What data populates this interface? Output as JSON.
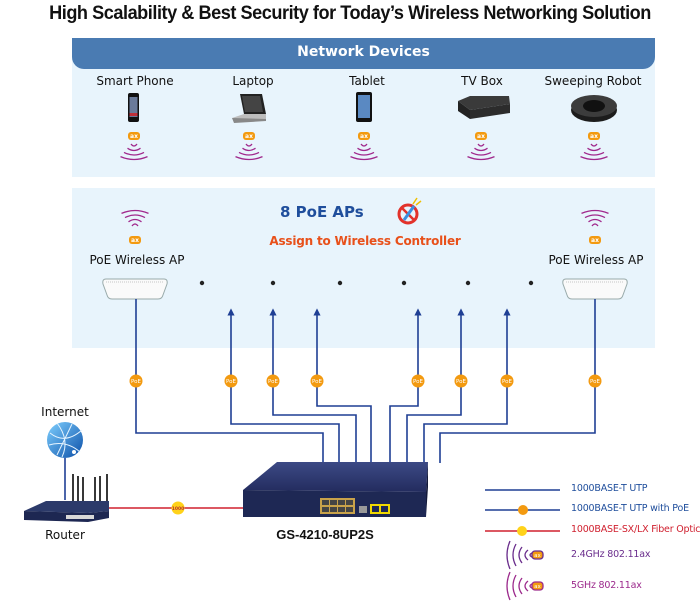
{
  "title": "High Scalability & Best Security for Today’s Wireless Networking Solution",
  "devices_panel": {
    "header": "Network Devices",
    "devices": [
      {
        "label": "Smart Phone",
        "icon": "smartphone-icon",
        "badge": "ax"
      },
      {
        "label": "Laptop",
        "icon": "laptop-icon",
        "badge": "ax"
      },
      {
        "label": "Tablet",
        "icon": "tablet-icon",
        "badge": "ax"
      },
      {
        "label": "TV Box",
        "icon": "tv-box-icon",
        "badge": "ax"
      },
      {
        "label": "Sweeping Robot",
        "icon": "robot-vacuum-icon",
        "badge": "ax"
      }
    ]
  },
  "ap_panel": {
    "title": "8 PoE APs",
    "subtitle": "Assign to Wireless Controller",
    "left_ap": {
      "label": "PoE Wireless AP",
      "badge": "ax"
    },
    "right_ap": {
      "label": "PoE Wireless AP",
      "badge": "ax"
    },
    "dot_count": 6
  },
  "poe_badge_text": "PoE",
  "fiber_badge_text": "1000",
  "internet_label": "Internet",
  "router_label": "Router",
  "switch_label": "GS-4210-8UP2S",
  "legend": [
    {
      "type": "utp",
      "label": "1000BASE-T UTP",
      "color": "#1f4e9c"
    },
    {
      "type": "utp-poe",
      "label": "1000BASE-T UTP with PoE",
      "color": "#1f4e9c"
    },
    {
      "type": "fiber",
      "label": "1000BASE-SX/LX Fiber Optic",
      "color": "#d0202f"
    },
    {
      "type": "wifi-24",
      "label": "2.4GHz 802.11ax",
      "color": "#6a2d8c"
    },
    {
      "type": "wifi-5",
      "label": "5GHz 802.11ax",
      "color": "#9c2a8c"
    }
  ],
  "colors": {
    "panel_bg": "#e8f4fc",
    "header_bg": "#4a7bb2",
    "cable_blue": "#1f3f94",
    "fiber_red": "#d0202f",
    "poe_orange": "#f39a10",
    "wifi_purple": "#a0288c"
  }
}
